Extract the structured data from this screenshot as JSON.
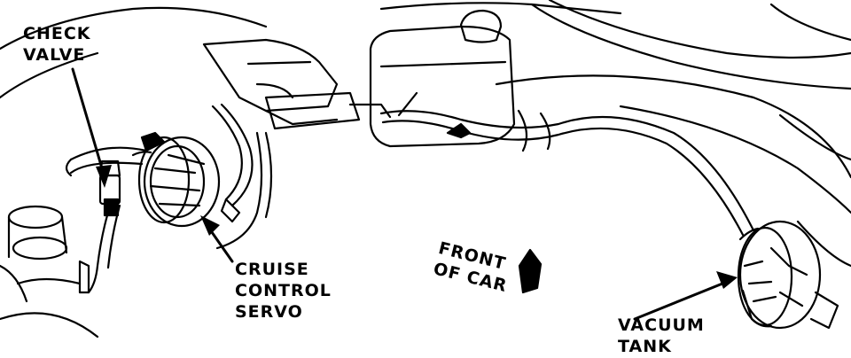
{
  "labels": {
    "check_valve": [
      "CHECK",
      "VALVE"
    ],
    "cruise_servo": [
      "CRUISE",
      "CONTROL",
      "SERVO"
    ],
    "front_of_car": [
      "FRONT",
      "OF CAR"
    ],
    "vacuum_tank": [
      "VACUUM",
      "TANK"
    ]
  }
}
